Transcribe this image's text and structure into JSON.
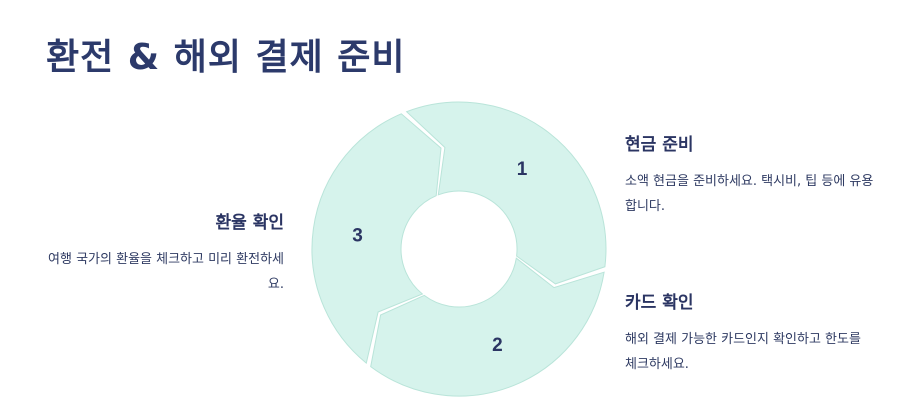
{
  "title": "환전 & 해외 결제 준비",
  "colors": {
    "segment_fill": "#d6f3ec",
    "segment_stroke": "#b9e4d9",
    "text": "#2b3563"
  },
  "segments": [
    {
      "number": "1",
      "heading": "환율 확인",
      "description": "여행 국가의 환율을 체크하고 미리 환전하세요."
    },
    {
      "number": "2",
      "heading": "현금 준비",
      "description": "소액 현금을 준비하세요. 택시비, 팁 등에 유용합니다."
    },
    {
      "number": "3",
      "heading": "카드 확인",
      "description": "해외 결제 가능한 카드인지 확인하고 한도를 체크하세요."
    }
  ]
}
